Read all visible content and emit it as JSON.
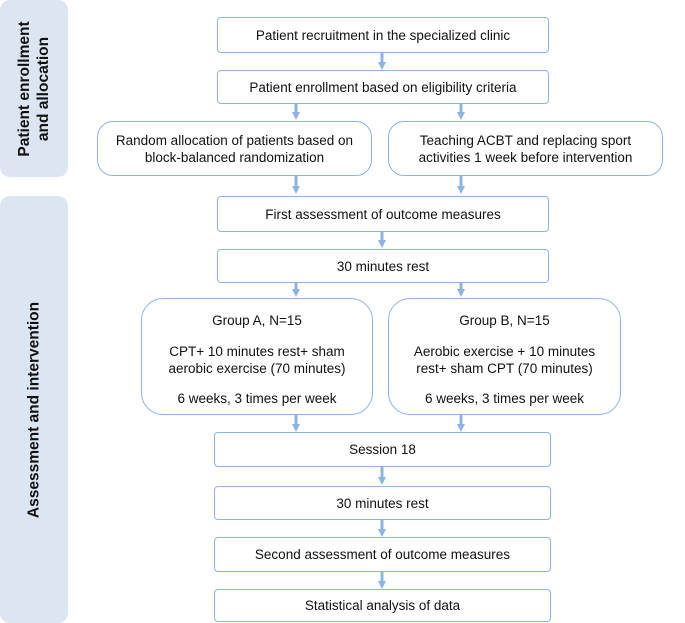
{
  "side_labels": {
    "top": "Patient enrollment and allocation",
    "top_lines": [
      "Patient enrollment",
      "and allocation"
    ],
    "bottom": "Assessment and intervention"
  },
  "boxes": {
    "recruitment": "Patient recruitment in the specialized clinic",
    "enrollment": "Patient enrollment based on eligibility criteria",
    "random_allocation": [
      "Random allocation of patients based on",
      "block-balanced randomization"
    ],
    "teaching": [
      "Teaching ACBT and replacing sport",
      "activities 1 week before intervention"
    ],
    "first_assessment": "First assessment of outcome measures",
    "rest1": "30 minutes rest",
    "group_a": {
      "title": "Group A, N=15",
      "desc": [
        "CPT+ 10 minutes rest+ sham",
        "aerobic exercise (70 minutes)"
      ],
      "schedule": "6 weeks, 3 times per week"
    },
    "group_b": {
      "title": "Group B, N=15",
      "desc": [
        "Aerobic exercise + 10 minutes",
        "rest+ sham CPT (70 minutes)"
      ],
      "schedule": "6 weeks, 3 times per week"
    },
    "session": "Session 18",
    "rest2": "30 minutes rest",
    "second_assessment": "Second assessment of outcome measures",
    "statistical": "Statistical analysis of data"
  },
  "colors": {
    "accent": "#8db4e2",
    "side_bg": "#dce6f2"
  }
}
